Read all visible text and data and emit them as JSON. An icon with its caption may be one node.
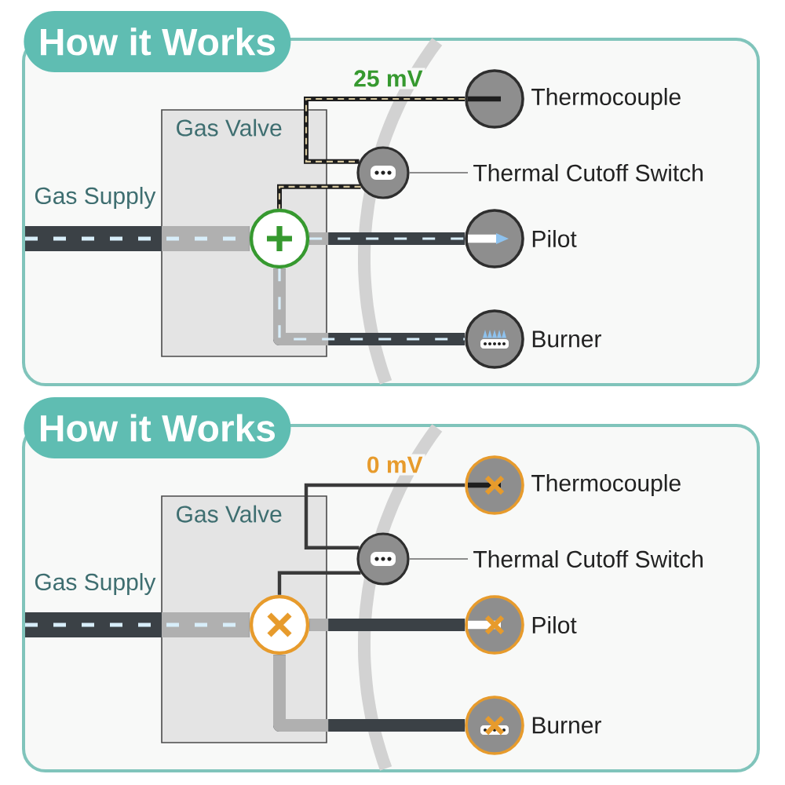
{
  "diagram": {
    "nodes": [
      {
        "text": [
          "How it Works"
        ]
      },
      {
        "text": [
          "Gas Valve"
        ],
        "in": 0
      },
      {
        "text": [],
        "shape": "circle",
        "in": 1
      },
      {
        "text": [],
        "shape": "circle",
        "beside": [
          "Thermocouple"
        ],
        "in": 0
      },
      {
        "text": [],
        "shape": "circle",
        "in": 0
      },
      {
        "text": [
          "Thermal Cutoff Switch"
        ],
        "in": 0
      },
      {
        "text": [],
        "shape": "circle",
        "beside": [
          "Pilot"
        ],
        "in": 0
      },
      {
        "text": [],
        "shape": "circle",
        "beside": [
          "Burner"
        ],
        "in": 0
      },
      {
        "text": [
          "How it Works"
        ]
      },
      {
        "text": [
          "Gas Valve"
        ],
        "in": 8
      },
      {
        "text": [],
        "shape": "circle",
        "in": 9
      },
      {
        "text": [],
        "shape": "circle",
        "beside": [
          "Thermocouple"
        ],
        "in": 8
      },
      {
        "text": [],
        "shape": "circle",
        "in": 8
      },
      {
        "text": [
          "Thermal Cutoff Switch"
        ],
        "in": 8
      },
      {
        "text": [],
        "shape": "circle",
        "beside": [
          "Pilot"
        ],
        "in": 8
      },
      {
        "text": [],
        "shape": "circle",
        "beside": [
          "Burner"
        ],
        "in": 8
      }
    ],
    "edges": [
      {
        "from": null,
        "to": 2,
        "arrow": "none",
        "label": "Gas Supply",
        "style": "thick"
      },
      {
        "from": 2,
        "to": 6,
        "arrow": "none",
        "style": "thick"
      },
      {
        "from": 2,
        "to": 7,
        "arrow": "none",
        "style": "thick"
      },
      {
        "from": 3,
        "to": 4,
        "arrow": "none",
        "label": "25 mV"
      },
      {
        "from": 4,
        "to": 2,
        "arrow": "none"
      },
      {
        "from": 5,
        "to": 4,
        "arrow": "none",
        "color": "#8c8c8c"
      },
      {
        "from": null,
        "to": 10,
        "arrow": "none",
        "label": "Gas Supply",
        "style": "thick"
      },
      {
        "from": 10,
        "to": 14,
        "arrow": "none",
        "style": "thick"
      },
      {
        "from": 10,
        "to": 15,
        "arrow": "none",
        "style": "thick"
      },
      {
        "from": 11,
        "to": 12,
        "arrow": "none",
        "label": "0 mV"
      },
      {
        "from": 12,
        "to": 10,
        "arrow": "none"
      },
      {
        "from": 13,
        "to": 12,
        "arrow": "none",
        "color": "#8c8c8c"
      }
    ]
  }
}
